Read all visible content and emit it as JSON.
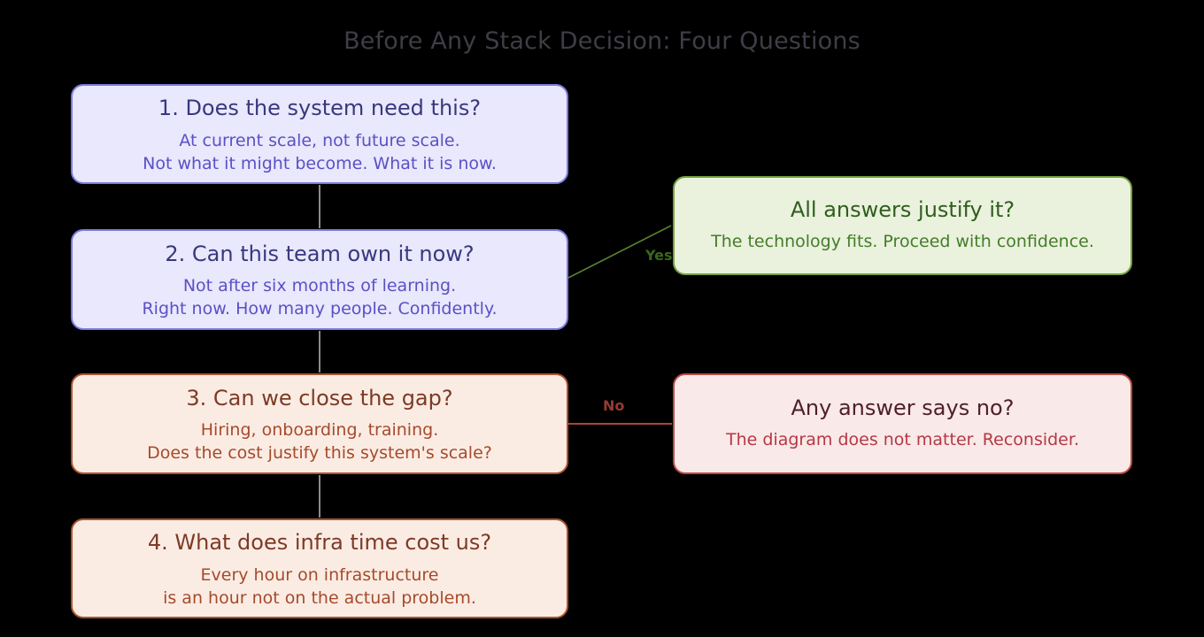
{
  "title": "Before Any Stack Decision: Four Questions",
  "questions": [
    {
      "title": "1. Does the system need this?",
      "line1": "At current scale, not future scale.",
      "line2": "Not what it might become. What it is now."
    },
    {
      "title": "2. Can this team own it now?",
      "line1": "Not after six months of learning.",
      "line2": "Right now. How many people. Confidently."
    },
    {
      "title": "3. Can we close the gap?",
      "line1": "Hiring, onboarding, training.",
      "line2": "Does the cost justify this system's scale?"
    },
    {
      "title": "4. What does infra time cost us?",
      "line1": "Every hour on infrastructure",
      "line2": "is an hour not on the actual problem."
    }
  ],
  "outcomes": {
    "yes": {
      "title": "All answers justify it?",
      "subtitle": "The technology fits. Proceed with confidence."
    },
    "no": {
      "title": "Any answer says no?",
      "subtitle": "The diagram does not matter. Reconsider."
    }
  },
  "edges": {
    "yes_label": "Yes",
    "no_label": "No"
  },
  "colors": {
    "background": "#000000",
    "page_title_text": "#3e3e47",
    "question_indigo_fill": "#e9e8fc",
    "question_indigo_border": "#7c7ade",
    "question_indigo_title": "#39387f",
    "question_indigo_subtitle": "#5b50c5",
    "question_sienna_fill": "#fbece3",
    "question_sienna_border": "#aa5530",
    "question_sienna_title": "#7d3a26",
    "question_sienna_subtitle": "#a54a2c",
    "outcome_yes_fill": "#eaf1dd",
    "outcome_yes_border": "#75a23f",
    "outcome_yes_title": "#2f5e1d",
    "outcome_yes_subtitle": "#447d28",
    "outcome_no_fill": "#f9e9e8",
    "outcome_no_border": "#bc4a47",
    "outcome_no_title": "#4e1f28",
    "outcome_no_subtitle": "#b53845",
    "connector_gray": "#8a8a8a",
    "connector_yes": "#5a8030",
    "connector_no": "#ad423c",
    "yes_label_text": "#3c671d",
    "no_label_text": "#963a33"
  }
}
